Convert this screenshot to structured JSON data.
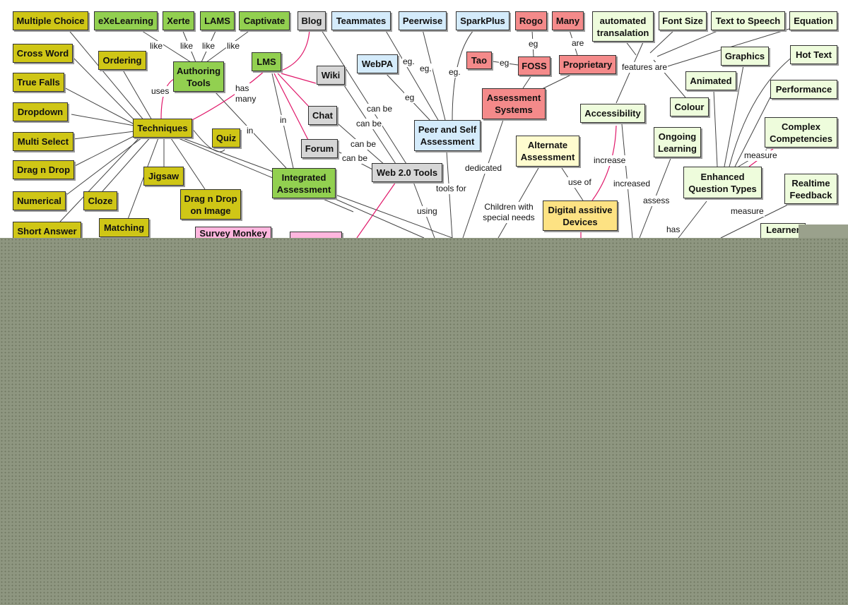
{
  "nodes": {
    "multiple_choice": "Multiple Choice",
    "exelearning": "eXeLearning",
    "xerte": "Xerte",
    "lams": "LAMS",
    "captivate": "Captivate",
    "blog": "Blog",
    "teammates": "Teammates",
    "peerwise": "Peerwise",
    "sparkplus": "SparkPlus",
    "rogo": "Rogo",
    "many": "Many",
    "automated_translation": "automated transalation",
    "font_size": "Font Size",
    "text_to_speech": "Text to Speech",
    "equation": "Equation",
    "cross_word": "Cross Word",
    "ordering": "Ordering",
    "authoring_tools": "Authoring Tools",
    "lms": "LMS",
    "wiki": "Wiki",
    "webpa": "WebPA",
    "tao": "Tao",
    "foss": "FOSS",
    "proprietary": "Proprietary",
    "graphics": "Graphics",
    "hot_text": "Hot Text",
    "true_falls": "True Falls",
    "animated": "Animated",
    "assessment_systems": "Assessment Systems",
    "performance": "Performance",
    "dropdown": "Dropdown",
    "chat": "Chat",
    "accessibility": "Accessibility",
    "colour": "Colour",
    "techniques": "Techniques",
    "peer_self": "Peer and Self Assessment",
    "complex_competencies": "Complex Competencies",
    "multi_select": "Multi Select",
    "quiz": "Quiz",
    "forum": "Forum",
    "ongoing_learning": "Ongoing Learning",
    "alternate_assessment": "Alternate Assessment",
    "drag_n_drop": "Drag n Drop",
    "jigsaw": "Jigsaw",
    "web20": "Web 2.0 Tools",
    "integrated_assessment": "Integrated Assessment",
    "enhanced_qt": "Enhanced Question Types",
    "realtime_feedback": "Realtime Feedback",
    "numerical": "Numerical",
    "cloze": "Cloze",
    "drag_drop_image": "Drag n Drop on Image",
    "digital_devices": "Digital assitive Devices",
    "short_answer": "Short Answer",
    "matching": "Matching",
    "survey_monkey": "Survey Monkey",
    "learner": "Learner"
  },
  "links": {
    "like1": "like",
    "like2": "like",
    "like3": "like",
    "like4": "like",
    "uses": "uses",
    "has_many": "has many",
    "in1": "in",
    "in2": "in",
    "can_be1": "can be",
    "can_be2": "can be",
    "can_be3": "can be",
    "eg_webpa": "eg",
    "eg1": "eg.",
    "eg2": "eg.",
    "eg3": "eg.",
    "eg_tao": "eg",
    "eg_rogo": "eg",
    "are": "are",
    "features_are": "features are",
    "dedicated": "dedicated",
    "tools_for": "tools for",
    "using": "using",
    "children": "Children with special needs",
    "use_of": "use of",
    "increase": "increase",
    "increased": "increased",
    "assess": "assess",
    "has": "has",
    "measure1": "measure",
    "measure2": "measure"
  }
}
